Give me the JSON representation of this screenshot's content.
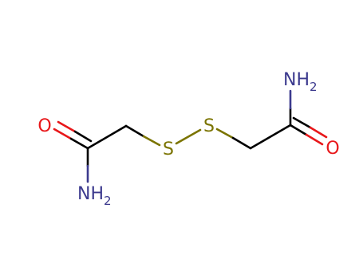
{
  "colors": {
    "carbon_bond": "#000000",
    "oxygen": "#e8171a",
    "nitrogen": "#3c3a8e",
    "sulfur": "#7b7400",
    "background": "#ffffff"
  },
  "atoms": {
    "o_left": "O",
    "n_left": "NH",
    "n_left_sub": "2",
    "s_left": "S",
    "s_right": "S",
    "n_right": "NH",
    "n_right_sub": "2",
    "o_right": "O"
  }
}
